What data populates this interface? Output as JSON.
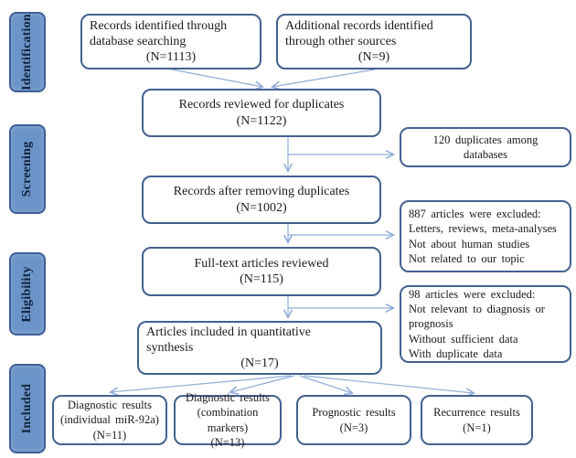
{
  "stages": [
    {
      "label": "Identification"
    },
    {
      "label": "Screening"
    },
    {
      "label": "Eligibility"
    },
    {
      "label": "Included"
    }
  ],
  "flow": {
    "db_search": {
      "text": "Records identified through\ndatabase searching",
      "n": "(N=1113)"
    },
    "other_sources": {
      "text": "Additional records identified\nthrough other sources",
      "n": "(N=9)"
    },
    "reviewed_duplicates": {
      "text": "Records reviewed for duplicates",
      "n": "(N=1122)"
    },
    "after_removing": {
      "text": "Records after removing duplicates",
      "n": "(N=1002)"
    },
    "fulltext": {
      "text": "Full-text articles reviewed",
      "n": "(N=115)"
    },
    "included_quant": {
      "text": "Articles included in quantitative\nsynthesis",
      "n": "(N=17)"
    }
  },
  "notes": {
    "duplicates": {
      "text": "120 duplicates among databases"
    },
    "excluded_887": {
      "text": "887 articles were excluded:\nLetters, reviews, meta-analyses\nNot about human studies\nNot related to our topic"
    },
    "excluded_98": {
      "text": "98 articles were excluded:\nNot relevant to diagnosis or\nprognosis\nWithout sufficient data\nWith duplicate data"
    }
  },
  "results": [
    {
      "text": "Diagnostic results\n(individual miR-92a)",
      "n": "(N=11)"
    },
    {
      "text": "Diagnostic results\n(combination markers)",
      "n": "(N=13)"
    },
    {
      "text": "Prognostic results",
      "n": "(N=3)"
    },
    {
      "text": "Recurrence results",
      "n": "(N=1)"
    }
  ],
  "colors": {
    "stage_fill": "#6B94C8",
    "stage_border": "#3D5E97",
    "box_border": "#44608F",
    "arrow": "#8FACD6"
  }
}
